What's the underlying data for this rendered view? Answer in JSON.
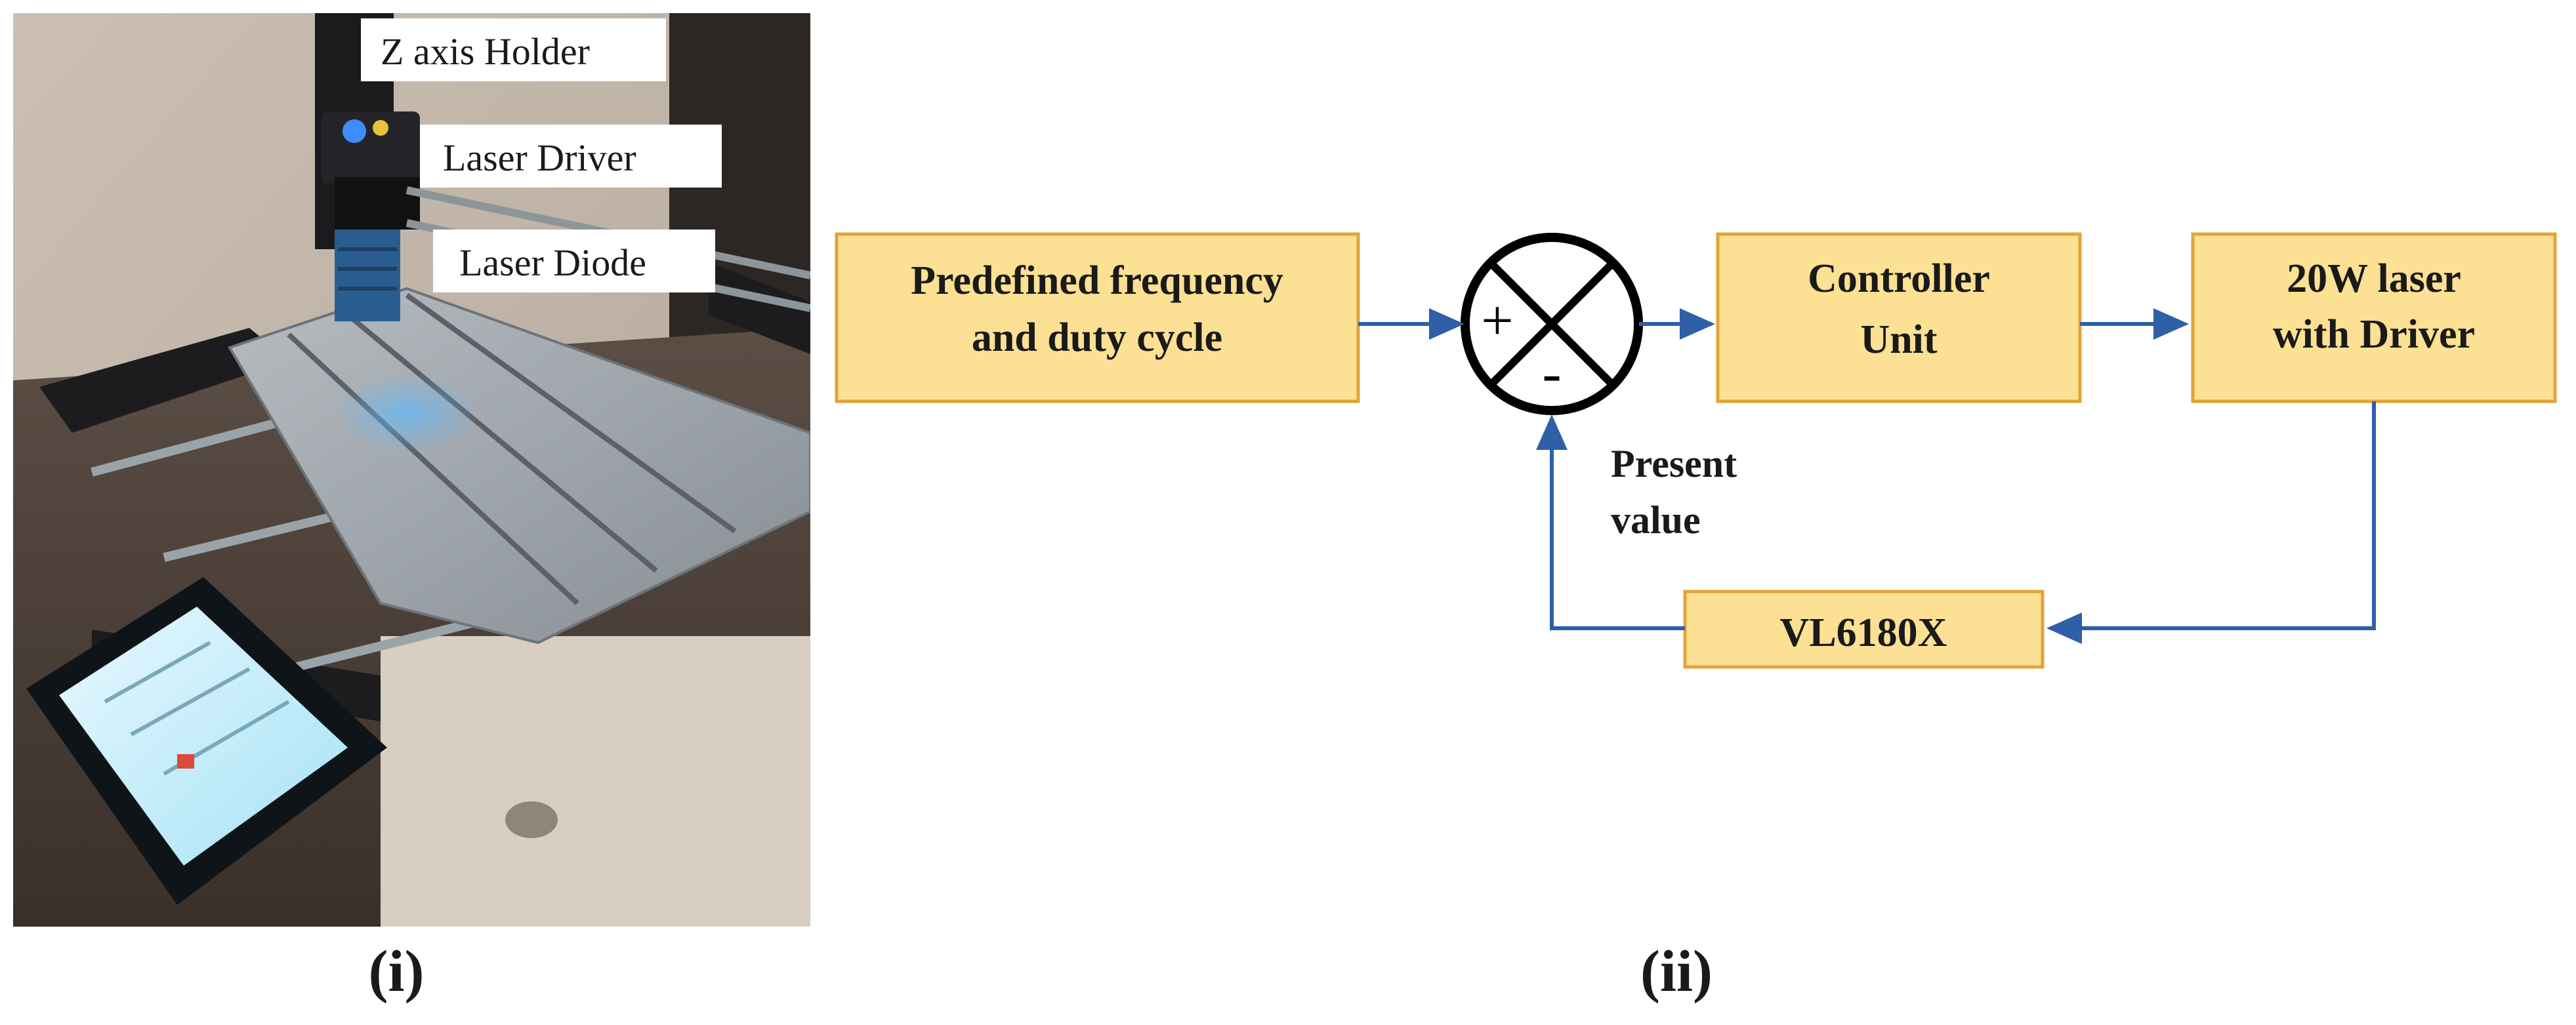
{
  "photo": {
    "callouts": [
      "Z axis Holder",
      "Laser Driver",
      "Laser Diode"
    ]
  },
  "diagram": {
    "blocks": {
      "setpoint": [
        "Predefined frequency",
        "and duty cycle"
      ],
      "controller": [
        "Controller",
        "Unit"
      ],
      "laser": [
        "20W laser",
        "with Driver"
      ],
      "sensor": [
        "VL6180X"
      ]
    },
    "summing_junction": {
      "plus": "+",
      "minus": "-"
    },
    "feedback_label": [
      "Present",
      "value"
    ]
  },
  "panel_labels": {
    "left": "(i)",
    "right": "(ii)"
  },
  "colors": {
    "block_fill": "#FCE093",
    "block_stroke": "#E1A43A",
    "arrow": "#2E5FA7",
    "text": "#1a1a1a"
  }
}
